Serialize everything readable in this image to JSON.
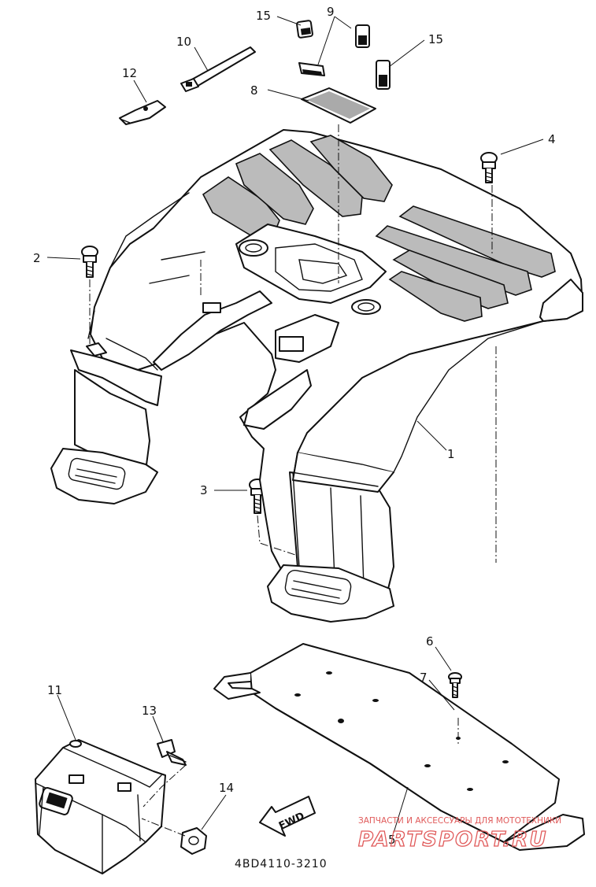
{
  "labels": {
    "p1": "1",
    "p2": "2",
    "p3": "3",
    "p4": "4",
    "p5": "5",
    "p6": "6",
    "p7": "7",
    "p8": "8",
    "p9": "9",
    "p10": "10",
    "p11": "11",
    "p12": "12",
    "p13": "13",
    "p14": "14",
    "p15a": "15",
    "p15b": "15"
  },
  "fwd_label": "FWD",
  "diagram_code": "4BD4110-3210",
  "watermark": {
    "tagline": "ЗАПЧАСТИ И АКСЕССУАРЫ ДЛЯ МОТОТЕХНИКИ",
    "brand": "PARTSPORT.RU",
    "color": "#e05a5a"
  }
}
